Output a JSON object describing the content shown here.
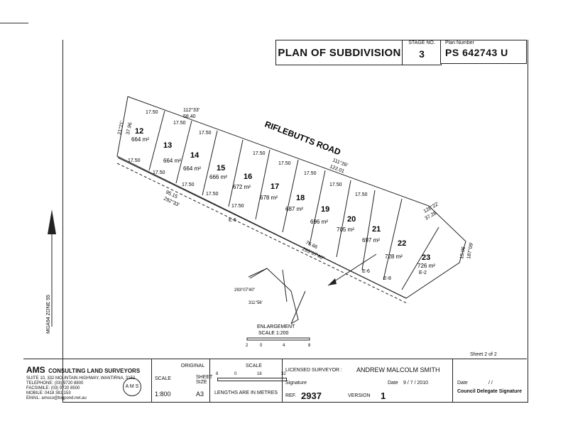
{
  "header": {
    "title": "PLAN OF SUBDIVISION",
    "stage_label": "STAGE NO.",
    "stage_value": "3",
    "plan_label": "Plan Number",
    "plan_value": "PS 642743 U"
  },
  "road": {
    "name": "RIFLEBUTTS ROAD",
    "bearing": "111°26'",
    "length": "122.01"
  },
  "lots": [
    {
      "no": "12",
      "area": "664 m²"
    },
    {
      "no": "13",
      "area": "664 m²"
    },
    {
      "no": "14",
      "area": "664 m²"
    },
    {
      "no": "15",
      "area": "666 m²"
    },
    {
      "no": "16",
      "area": "672 m²"
    },
    {
      "no": "17",
      "area": "678 m²"
    },
    {
      "no": "18",
      "area": "687 m²"
    },
    {
      "no": "19",
      "area": "696 m²"
    },
    {
      "no": "20",
      "area": "705 m²"
    },
    {
      "no": "21",
      "area": "697 m²"
    },
    {
      "no": "22",
      "area": "728 m²"
    },
    {
      "no": "23",
      "area": "726 m²"
    }
  ],
  "dims": {
    "top_bearing": "112°33'",
    "top_length": "58.40",
    "left_bearing": "21°21'",
    "left_length": "37.96",
    "frontage": "17.50",
    "rear_bearing": "292°33'",
    "rear_length": "95.15",
    "bottom_bearing": "293°07'40\"",
    "bottom_length": "76.66",
    "right_bearing": "128°22'",
    "right_length": "37.28",
    "side1": "15.06",
    "side2": "187°09'",
    "e6": "E-6",
    "e8": "E-8",
    "e2": "E-2"
  },
  "enlargement": {
    "label": "ENLARGEMENT",
    "scale": "SCALE 1:200",
    "ticks": [
      "2",
      "0",
      "4",
      "8"
    ],
    "bearing_a": "293°07'40\"",
    "bearing_b": "311°56'"
  },
  "north": {
    "label": "MGA94 ZONE 55"
  },
  "title_block": {
    "firm": "AMS",
    "firm_sub": "CONSULTING LAND SURVEYORS",
    "address": "SUITE 10, 332 MOUNTAIN HIGHWAY, WANTIRNA, 3152",
    "telephone_label": "TELEPHONE:",
    "telephone": "(03) 9720 8800",
    "facsimile_label": "FACSIMILE:",
    "facsimile": "(03) 9720 8500",
    "mobile_label": "MOBILE:",
    "mobile": "0418 381 153",
    "email_label": "EMAIL:",
    "email": "amsco@bigpond.net.au",
    "original_label": "ORIGINAL",
    "scale_label": "SCALE",
    "sheet_size_label": "SHEET SIZE",
    "scale_value": "1:800",
    "sheet_size_value": "A3",
    "bar_scale_label": "SCALE",
    "bar_ticks": [
      "8",
      "0",
      "16",
      "32"
    ],
    "units": "LENGTHS ARE IN METRES",
    "licensed_label": "LICENSED SURVEYOR :",
    "surveyor": "ANDREW MALCOLM SMITH",
    "signature_label": "Signature",
    "date_label": "Date",
    "date_value": "9 / 7 / 2010",
    "ref_label": "REF.",
    "ref_value": "2937",
    "version_label": "VERSION",
    "version_value": "1",
    "sheet": "Sheet 2 of 2",
    "council_date_label": "Date",
    "council_date_value": "/ /",
    "council_sig": "Council Delegate Signature"
  }
}
